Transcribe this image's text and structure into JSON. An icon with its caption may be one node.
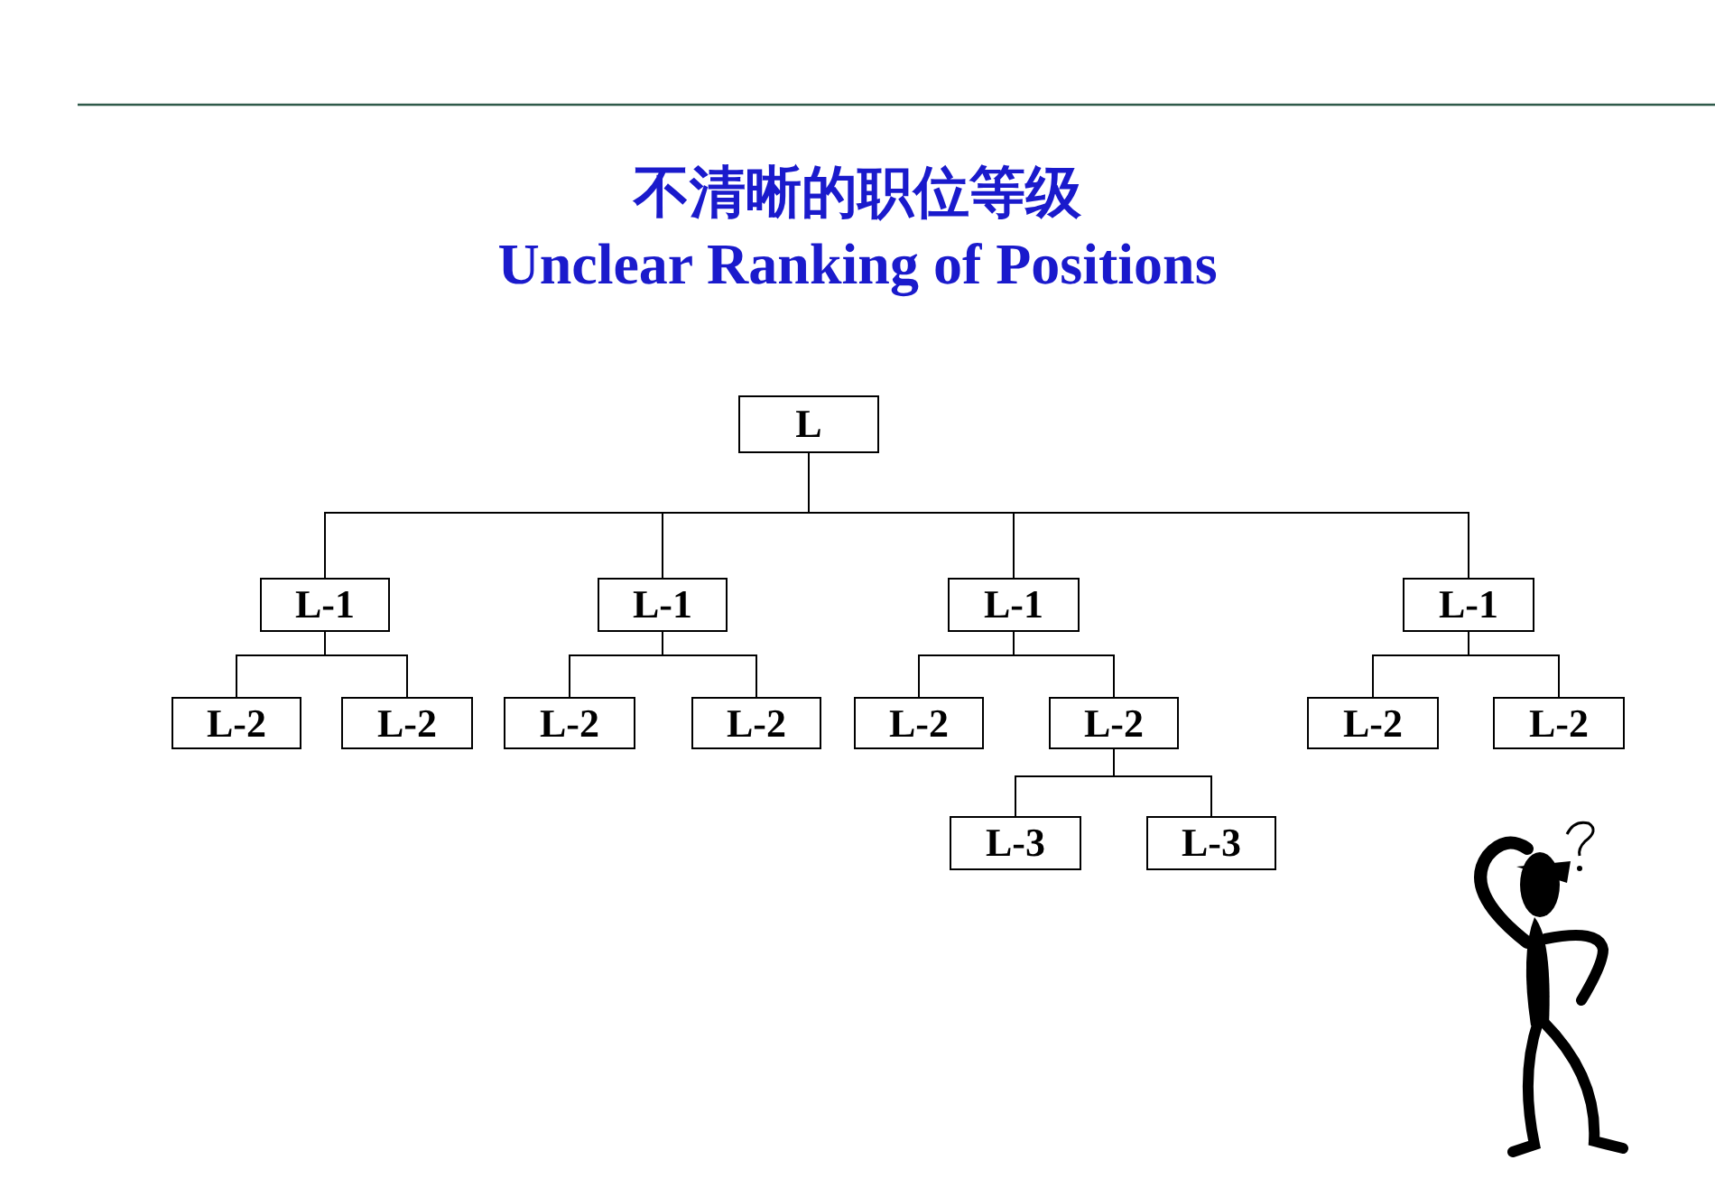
{
  "diagram": {
    "title": "不清晰的职位等级",
    "nodes": [
      {
        "text": [
          "L"
        ]
      },
      {
        "text": [
          "L-1"
        ]
      },
      {
        "text": [
          "L-1"
        ]
      },
      {
        "text": [
          "L-1"
        ]
      },
      {
        "text": [
          "L-1"
        ]
      },
      {
        "text": [
          "L-2"
        ]
      },
      {
        "text": [
          "L-2"
        ]
      },
      {
        "text": [
          "L-2"
        ]
      },
      {
        "text": [
          "L-2"
        ]
      },
      {
        "text": [
          "L-2"
        ]
      },
      {
        "text": [
          "L-2"
        ]
      },
      {
        "text": [
          "L-2"
        ]
      },
      {
        "text": [
          "L-2"
        ]
      },
      {
        "text": [
          "L-3"
        ]
      },
      {
        "text": [
          "L-3"
        ]
      }
    ],
    "edges": [
      {
        "from": 0,
        "to": 1,
        "arrow": "none"
      },
      {
        "from": 0,
        "to": 2,
        "arrow": "none"
      },
      {
        "from": 0,
        "to": 3,
        "arrow": "none"
      },
      {
        "from": 0,
        "to": 4,
        "arrow": "none"
      },
      {
        "from": 1,
        "to": 5,
        "arrow": "none"
      },
      {
        "from": 1,
        "to": 6,
        "arrow": "none"
      },
      {
        "from": 2,
        "to": 7,
        "arrow": "none"
      },
      {
        "from": 2,
        "to": 8,
        "arrow": "none"
      },
      {
        "from": 3,
        "to": 9,
        "arrow": "none"
      },
      {
        "from": 3,
        "to": 10,
        "arrow": "none"
      },
      {
        "from": 4,
        "to": 11,
        "arrow": "none"
      },
      {
        "from": 4,
        "to": 12,
        "arrow": "none"
      },
      {
        "from": 10,
        "to": 13,
        "arrow": "none"
      },
      {
        "from": 10,
        "to": 14,
        "arrow": "none"
      }
    ],
    "labels": [
      "Unclear Ranking of Positions"
    ]
  }
}
